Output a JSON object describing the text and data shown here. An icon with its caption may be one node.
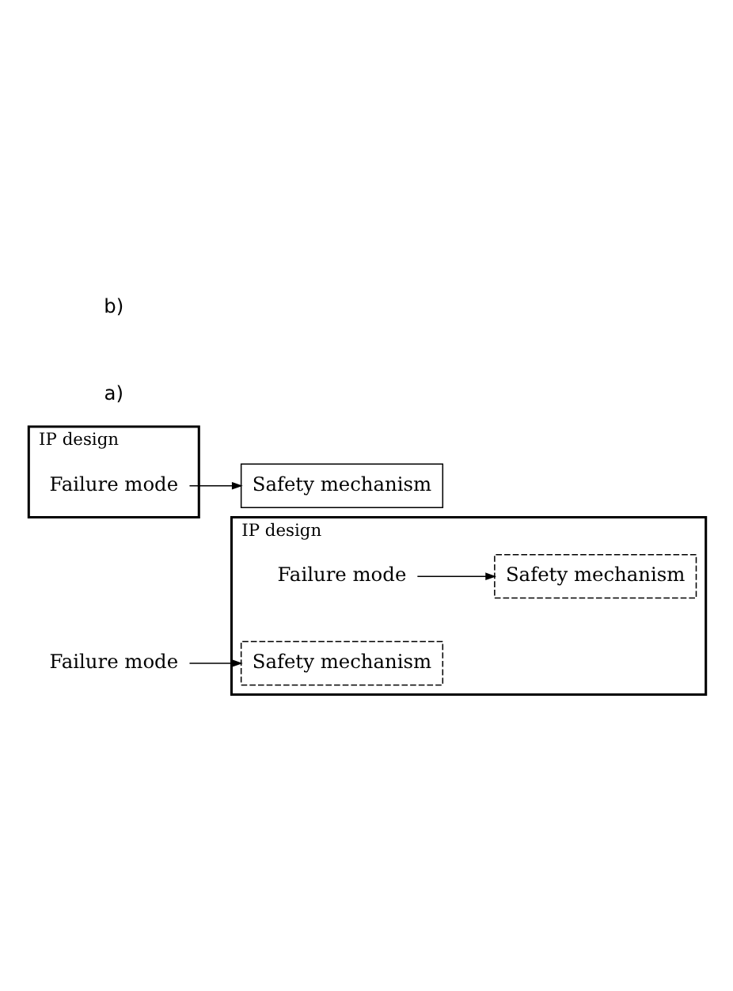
{
  "diagram": {
    "nodes": [
      {
        "text": [
          "IP design"
        ]
      },
      {
        "text": [
          "Failure mode"
        ],
        "in": 0
      },
      {
        "text": [
          "Safety mechanism"
        ],
        "in": 0
      },
      {
        "text": [
          "Failure mode"
        ]
      },
      {
        "text": [
          "Safety mechanism"
        ],
        "in": 0
      },
      {
        "text": [
          "IP design"
        ]
      },
      {
        "text": [
          "Failure mode"
        ],
        "in": 5
      },
      {
        "text": [
          "Safety mechanism"
        ]
      }
    ],
    "edges": [
      {
        "from": 1,
        "to": 2,
        "arrow": "to"
      },
      {
        "from": 3,
        "to": 4,
        "arrow": "to"
      },
      {
        "from": 6,
        "to": 7,
        "arrow": "to"
      }
    ],
    "labels": [
      "a)",
      "b)"
    ]
  }
}
